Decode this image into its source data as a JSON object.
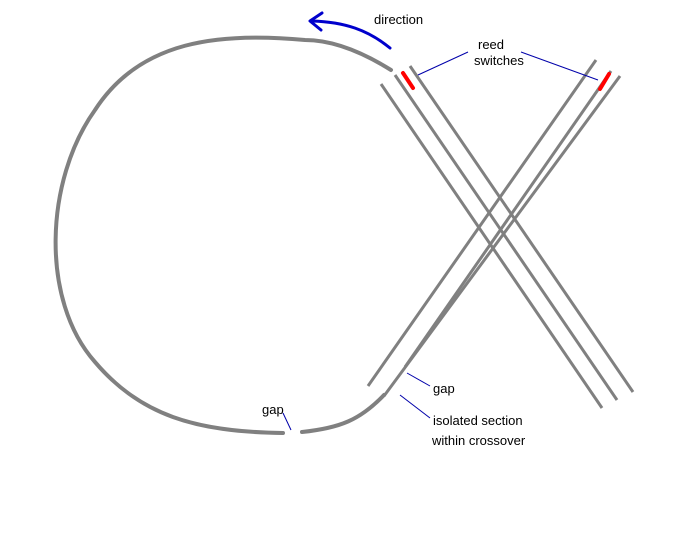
{
  "labels": {
    "direction": "direction",
    "reed_line1": "reed",
    "reed_line2": "switches",
    "gap_right": "gap",
    "gap_left": "gap",
    "isolated_line1": "isolated section",
    "isolated_line2": "within crossover"
  },
  "colors": {
    "track": "#808080",
    "reed_switch": "#ff0000",
    "direction_arrow": "#0000cc",
    "leader_line": "#0000aa",
    "text": "#000000",
    "background": "#ffffff"
  }
}
